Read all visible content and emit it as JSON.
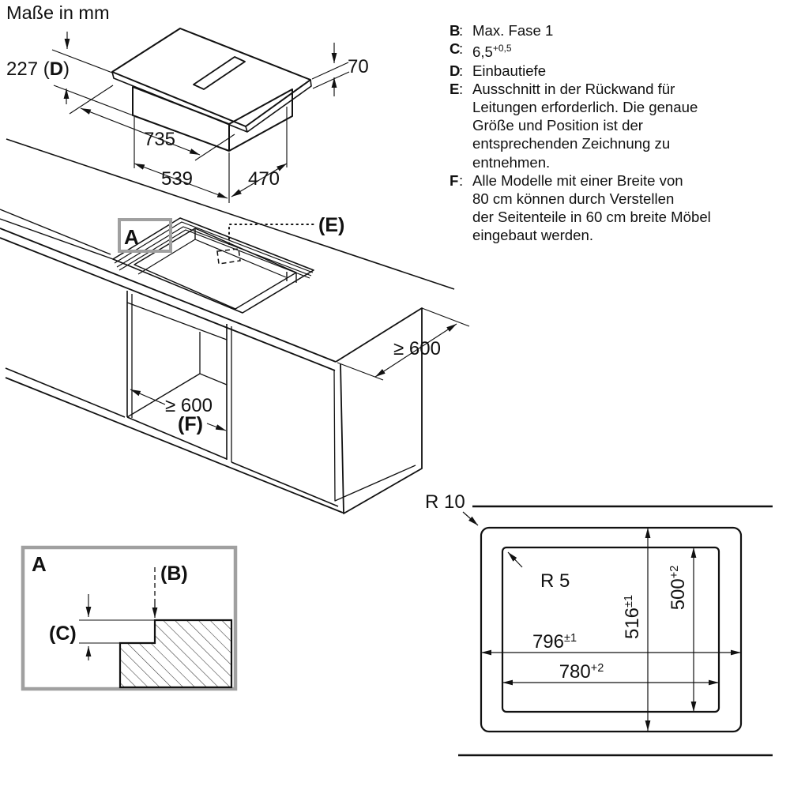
{
  "title": "Maße in mm",
  "hob": {
    "d227_pre": "227 (",
    "d227_letter": "D",
    "d227_post": ")",
    "h70": "70",
    "w735": "735",
    "w539": "539",
    "d470": "470"
  },
  "cabinet": {
    "marker_a": "A",
    "label_e": "(E)",
    "depth": "≥ 600",
    "niche": "≥ 600",
    "label_f": "(F)"
  },
  "legend": {
    "sep": ":",
    "items": [
      {
        "key": "B",
        "lines": [
          "Max. Fase 1"
        ]
      },
      {
        "key": "C",
        "value": "6,5",
        "sup": "+0,5"
      },
      {
        "key": "D",
        "lines": [
          "Einbautiefe"
        ]
      },
      {
        "key": "E",
        "lines": [
          "Ausschnitt in der Rückwand für",
          "Leitungen erforderlich. Die genaue",
          "Größe und Position ist der",
          "entsprechenden Zeichnung zu",
          "entnehmen."
        ]
      },
      {
        "key": "F",
        "lines": [
          "Alle Modelle mit einer Breite von",
          "80 cm können durch Verstellen",
          "der Seitenteile in 60 cm breite Möbel",
          "eingebaut werden."
        ]
      }
    ]
  },
  "detail": {
    "marker": "A",
    "label_b": "(B)",
    "label_c": "(C)"
  },
  "cutout": {
    "r_outer": "R 10",
    "r_inner": "R 5",
    "w_outer": "796",
    "w_outer_tol": "±1",
    "w_inner": "780",
    "w_inner_tol": "+2",
    "h_outer": "516",
    "h_outer_tol": "±1",
    "h_inner": "500",
    "h_inner_tol": "+2"
  }
}
